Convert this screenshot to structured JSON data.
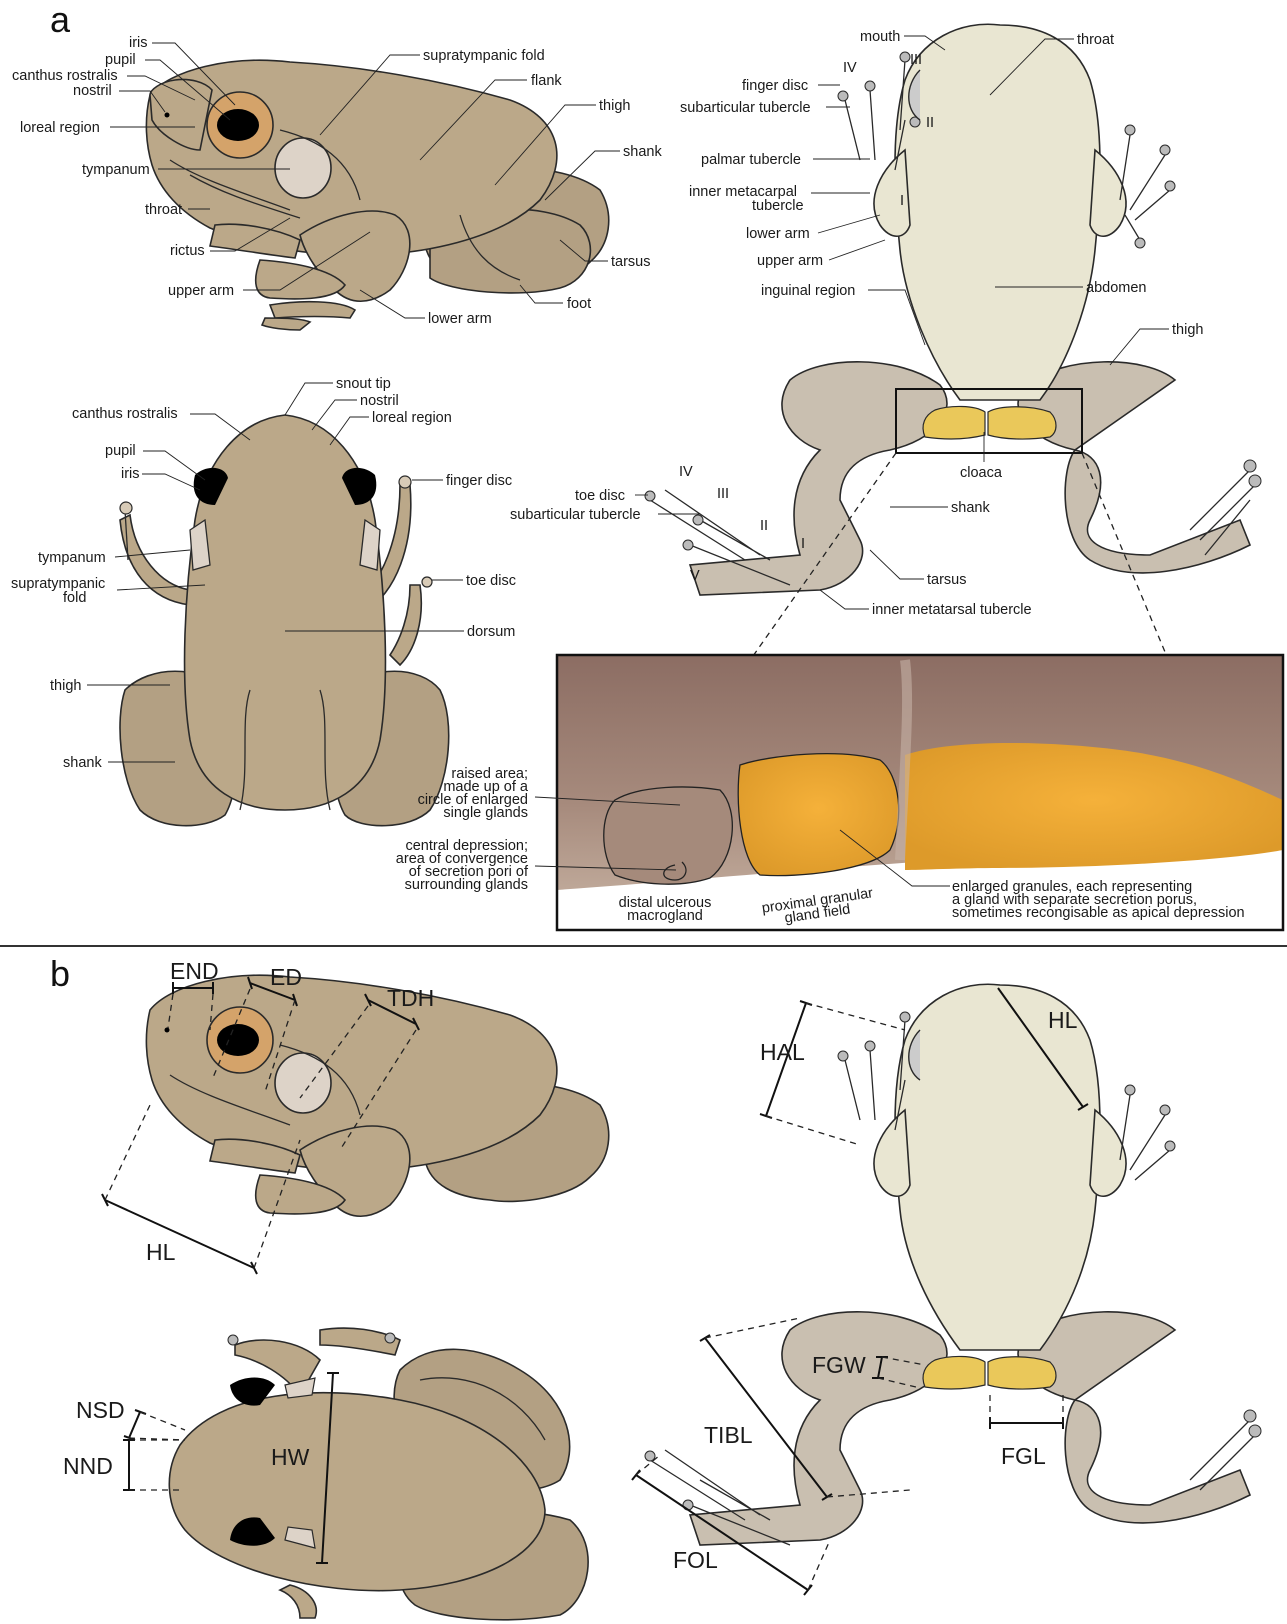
{
  "panels": {
    "a": "a",
    "b": "b"
  },
  "lateral_view_labels": {
    "iris": "iris",
    "pupil": "pupil",
    "canthus_rostralis": "canthus rostralis",
    "nostril": "nostril",
    "loreal_region": "loreal region",
    "tympanum": "tympanum",
    "throat": "throat",
    "rictus": "rictus",
    "upper_arm": "upper arm",
    "supratympanic_fold": "supratympanic fold",
    "flank": "flank",
    "thigh": "thigh",
    "shank": "shank",
    "tarsus": "tarsus",
    "foot": "foot",
    "lower_arm": "lower arm"
  },
  "dorsal_view_labels": {
    "snout_tip": "snout tip",
    "nostril": "nostril",
    "loreal_region": "loreal region",
    "canthus_rostralis": "canthus rostralis",
    "pupil": "pupil",
    "iris": "iris",
    "finger_disc": "finger disc",
    "tympanum": "tympanum",
    "supratympanic_fold_1": "supratympanic",
    "supratympanic_fold_2": "fold",
    "toe_disc": "toe disc",
    "dorsum": "dorsum",
    "thigh": "thigh",
    "shank": "shank"
  },
  "ventral_view_labels": {
    "mouth": "mouth",
    "throat": "throat",
    "finger_disc": "finger disc",
    "subarticular_tubercle": "subarticular tubercle",
    "palmar_tubercle": "palmar tubercle",
    "inner_metacarpal_1": "inner metacarpal",
    "inner_metacarpal_2": "tubercle",
    "lower_arm": "lower arm",
    "upper_arm": "upper arm",
    "inguinal_region": "inguinal region",
    "abdomen": "abdomen",
    "thigh": "thigh",
    "cloaca": "cloaca",
    "toe_disc": "toe disc",
    "toe_subarticular_tubercle": "subarticular tubercle",
    "shank": "shank",
    "tarsus": "tarsus",
    "inner_metatarsal_tubercle": "inner metatarsal tubercle",
    "finger_numerals": [
      "IV",
      "III",
      "II",
      "I"
    ],
    "toe_numerals": [
      "IV",
      "III",
      "II",
      "I",
      "V"
    ]
  },
  "inset_labels": {
    "raised_area": [
      "raised area;",
      "made up of a",
      "circle of enlarged",
      "single glands"
    ],
    "central_depression": [
      "central depression;",
      "area of convergence",
      "of secretion pori of",
      "surrounding glands"
    ],
    "distal": [
      "distal ulcerous",
      "macrogland"
    ],
    "proximal": [
      "proximal granular",
      "gland field"
    ],
    "granules": [
      "enlarged granules, each representing",
      "a gland with separate secretion porus,",
      "sometimes recongisable as apical depression"
    ]
  },
  "measurements": {
    "END": "END",
    "ED": "ED",
    "TDH": "TDH",
    "HL_lateral": "HL",
    "NSD": "NSD",
    "NND": "NND",
    "HW": "HW",
    "HAL": "HAL",
    "HL_ventral": "HL",
    "FGW": "FGW",
    "TIBL": "TIBL",
    "FGL": "FGL",
    "FOL": "FOL"
  },
  "colors": {
    "skin": "#bba889",
    "belly": "#e9e6d2",
    "gland": "#eac85a",
    "inset_bg": "#9c7f70"
  }
}
